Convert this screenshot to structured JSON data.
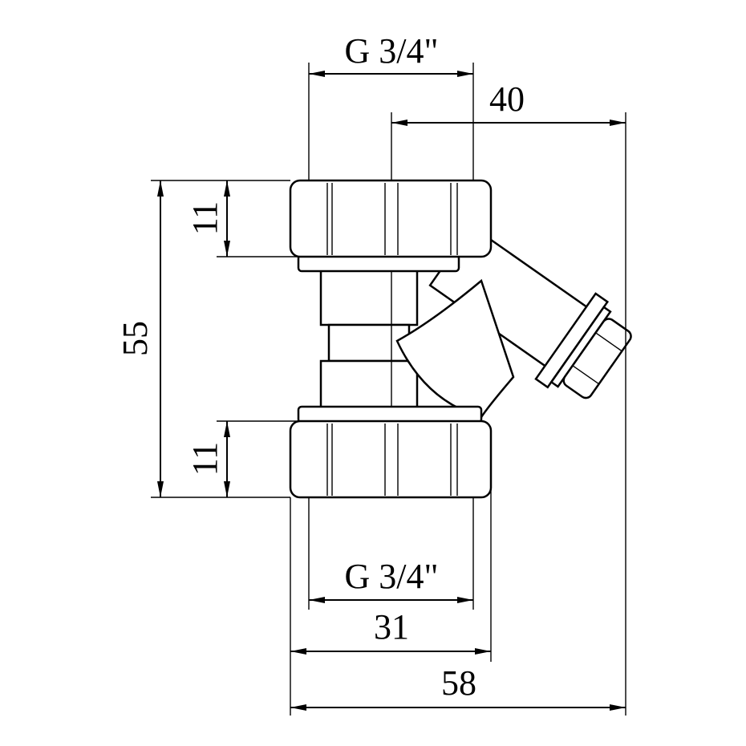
{
  "title": "Y-strainer dimension drawing",
  "dimensions": {
    "top_thread": "G 3/4\"",
    "offset": "40",
    "nut_height_top": "11",
    "overall_height": "55",
    "nut_height_bottom": "11",
    "bottom_thread": "G 3/4\"",
    "nut_width": "31",
    "overall_width": "58"
  },
  "colors": {
    "line": "#000000",
    "background": "#ffffff"
  }
}
